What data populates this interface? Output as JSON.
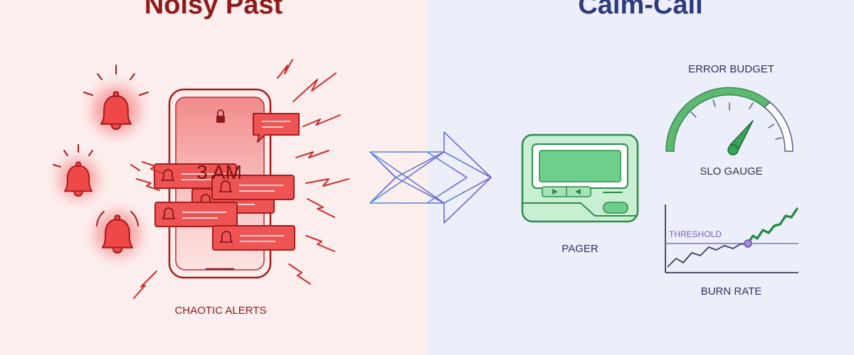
{
  "left_panel": {
    "title": "Noisy Past",
    "phone_time": "3 AM",
    "caption": "CHAOTIC ALERTS",
    "icons": [
      "bell-icon",
      "lightning-icon",
      "lock-icon",
      "chat-bubble-icon"
    ],
    "colors": {
      "background": "#fdeeee",
      "accent": "#e84545",
      "title": "#8e1b1b"
    }
  },
  "transition": {
    "icon": "arrow-right-icon",
    "colors": [
      "#4a90d9",
      "#7a5cc9"
    ]
  },
  "right_panel": {
    "title": "Calm-Call",
    "pager": {
      "caption": "PAGER",
      "icon": "pager-icon"
    },
    "gauge": {
      "title": "ERROR BUDGET",
      "caption": "SLO GAUGE",
      "icon": "gauge-icon"
    },
    "burn_rate": {
      "threshold_label": "THRESHOLD",
      "caption": "BURN RATE"
    },
    "colors": {
      "background": "#eceef9",
      "accent": "#4fbf73",
      "title": "#2f3a7c",
      "threshold": "#8a6bc9"
    }
  }
}
